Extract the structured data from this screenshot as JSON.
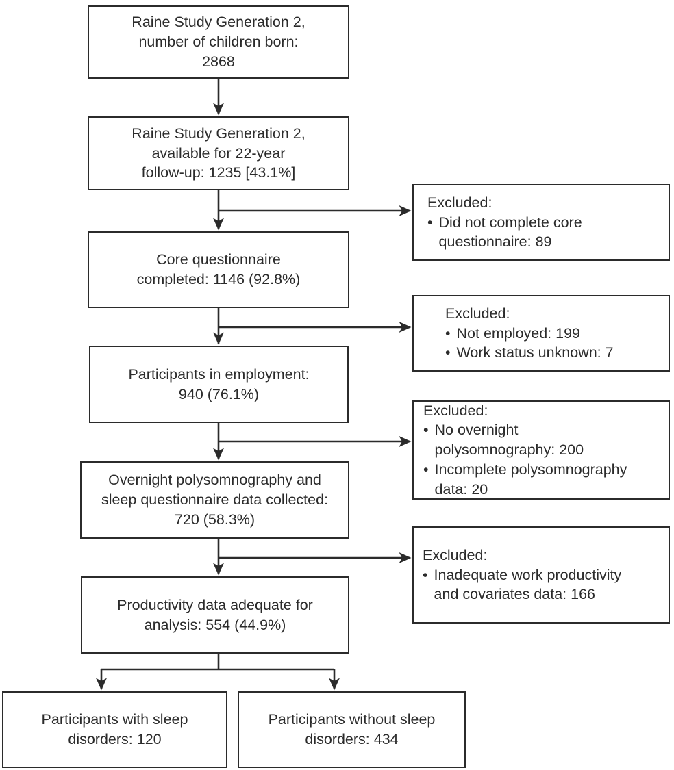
{
  "diagram": {
    "bullet": "•",
    "colors": {
      "line": "#2b2b2b",
      "text": "#2b2b2b",
      "background": "#ffffff"
    },
    "main_flow": [
      {
        "text": "Raine Study Generation 2,\nnumber of children born:\n2868"
      },
      {
        "text": "Raine Study Generation 2,\navailable for 22-year\nfollow-up: 1235 [43.1%]"
      },
      {
        "text": "Core questionnaire\ncompleted: 1146 (92.8%)"
      },
      {
        "text": "Participants in employment:\n940 (76.1%)"
      },
      {
        "text": "Overnight polysomnography and\nsleep questionnaire data collected:\n720 (58.3%)"
      },
      {
        "text": "Productivity data adequate for\nanalysis: 554 (44.9%)"
      }
    ],
    "exclusions": [
      {
        "title": "Excluded:",
        "items": [
          "Did not complete core\nquestionnaire: 89"
        ]
      },
      {
        "title": "Excluded:",
        "items": [
          "Not employed: 199",
          "Work status unknown: 7"
        ]
      },
      {
        "title": "Excluded:",
        "items": [
          "No overnight\npolysomnography: 200",
          "Incomplete polysomnography\ndata: 20"
        ]
      },
      {
        "title": "Excluded:",
        "items": [
          "Inadequate work productivity\nand covariates data: 166"
        ]
      }
    ],
    "outcomes": [
      {
        "text": "Participants with sleep\ndisorders: 120"
      },
      {
        "text": "Participants without sleep\ndisorders: 434"
      }
    ]
  }
}
